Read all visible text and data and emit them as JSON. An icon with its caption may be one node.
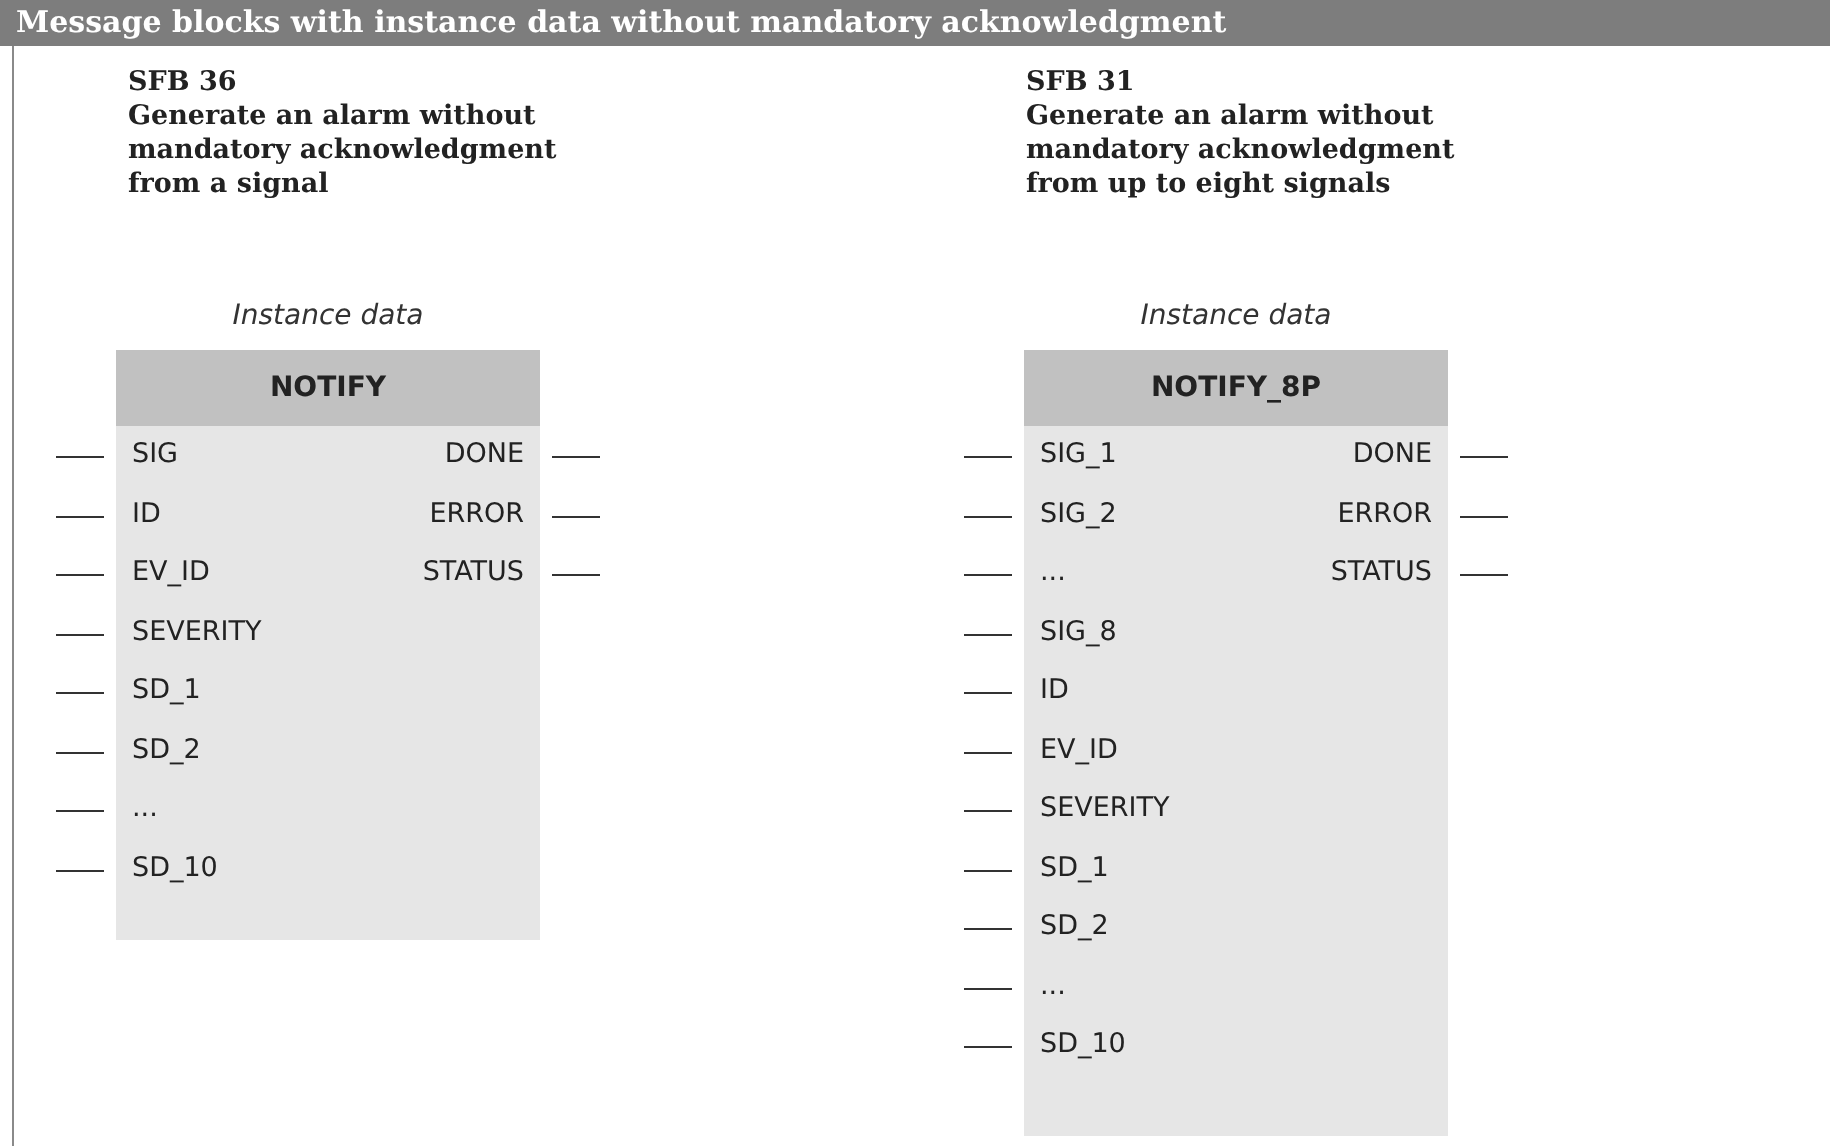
{
  "diagram": {
    "title": "Message blocks with instance data without mandatory acknowledgment",
    "nodes": [
      {
        "text": [
          "NOTIFY",
          "SIG",
          "DONE",
          "ID",
          "ERROR",
          "EV_ID",
          "STATUS",
          "SEVERITY",
          "SD_1",
          "SD_2",
          "...",
          "SD_10"
        ],
        "beside": [
          "SFB 36",
          "Generate an alarm without mandatory acknowledgment from a signal",
          "Instance data"
        ]
      },
      {
        "text": [
          "NOTIFY_8P",
          "SIG_1",
          "DONE",
          "SIG_2",
          "ERROR",
          "...",
          "STATUS",
          "SIG_8",
          "ID",
          "EV_ID",
          "SEVERITY",
          "SD_1",
          "SD_2",
          "...",
          "SD_10"
        ],
        "beside": [
          "SFB 31",
          "Generate an alarm without mandatory acknowledgment from up to eight signals",
          "Instance data"
        ]
      }
    ]
  }
}
